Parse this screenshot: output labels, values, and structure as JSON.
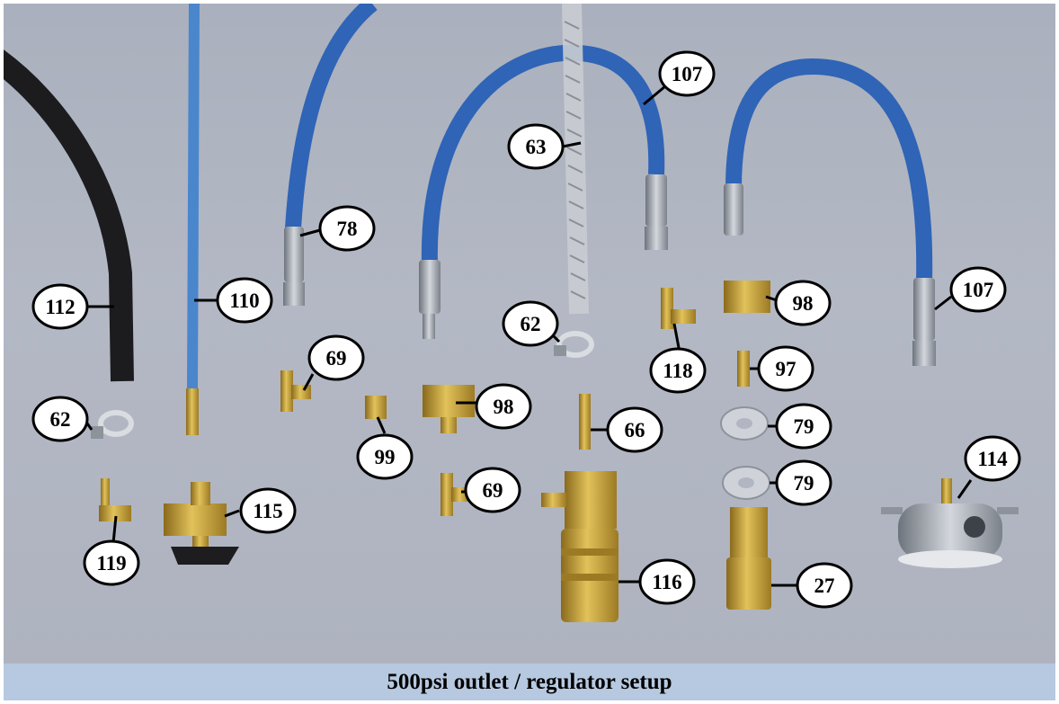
{
  "caption": "500psi outlet / regulator setup",
  "colors": {
    "background": "#b1b6c2",
    "hose_blue": "#2f64b6",
    "hose_black": "#1c1c1f",
    "brass": "#c9a23a",
    "steel": "#9ea4ad",
    "caption_bar": "#b7c9e0"
  },
  "callouts": [
    {
      "id": "c-112",
      "label": "112"
    },
    {
      "id": "c-110",
      "label": "110"
    },
    {
      "id": "c-78",
      "label": "78"
    },
    {
      "id": "c-107a",
      "label": "107"
    },
    {
      "id": "c-63",
      "label": "63"
    },
    {
      "id": "c-107b",
      "label": "107"
    },
    {
      "id": "c-62a",
      "label": "62"
    },
    {
      "id": "c-118",
      "label": "118"
    },
    {
      "id": "c-98a",
      "label": "98"
    },
    {
      "id": "c-97",
      "label": "97"
    },
    {
      "id": "c-69a",
      "label": "69"
    },
    {
      "id": "c-99",
      "label": "99"
    },
    {
      "id": "c-98b",
      "label": "98"
    },
    {
      "id": "c-66",
      "label": "66"
    },
    {
      "id": "c-79a",
      "label": "79"
    },
    {
      "id": "c-62b",
      "label": "62"
    },
    {
      "id": "c-69b",
      "label": "69"
    },
    {
      "id": "c-79b",
      "label": "79"
    },
    {
      "id": "c-114",
      "label": "114"
    },
    {
      "id": "c-115",
      "label": "115"
    },
    {
      "id": "c-119",
      "label": "119"
    },
    {
      "id": "c-116",
      "label": "116"
    },
    {
      "id": "c-27",
      "label": "27"
    }
  ]
}
